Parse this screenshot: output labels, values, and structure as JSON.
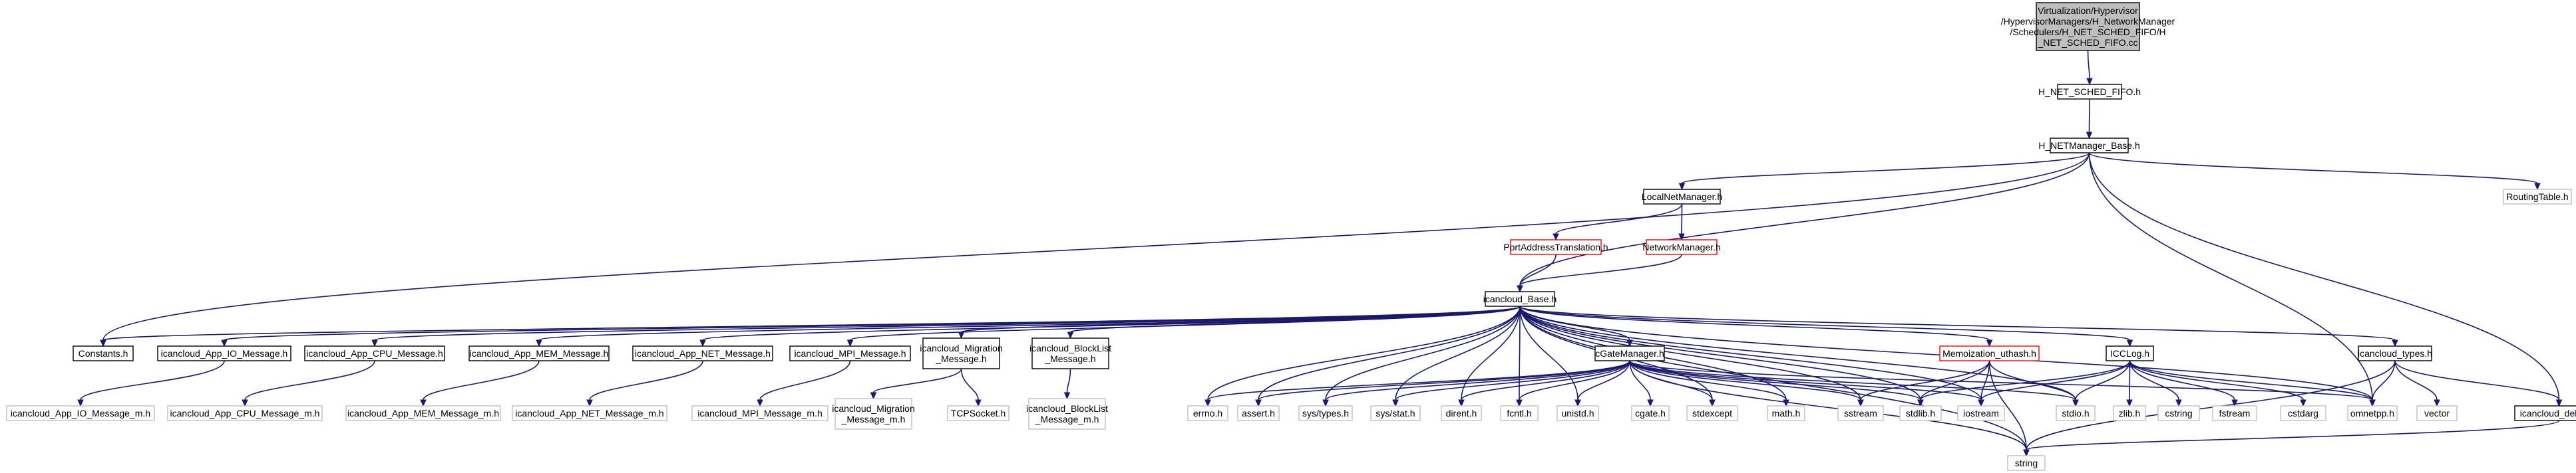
{
  "colors": {
    "edge": "#191970",
    "node_border": "#000000",
    "node_border_missing": "#bfbfbf",
    "node_border_linked": "#ff0000",
    "root_fill": "#bfbfbf",
    "node_fill": "#ffffff"
  },
  "nodes": [
    {
      "id": "root",
      "lines": [
        "Virtualization/Hypervisor",
        "/HypervisorManagers/H_NetworkManager",
        "/Schedulers/H_NET_SCHED_FIFO/H",
        "_NET_SCHED_FIFO.cc"
      ],
      "style": "root"
    },
    {
      "id": "h_net_sched_fifo",
      "lines": [
        "H_NET_SCHED_FIFO.h"
      ],
      "style": "normal"
    },
    {
      "id": "h_netmanager_base",
      "lines": [
        "H_NETManager_Base.h"
      ],
      "style": "normal"
    },
    {
      "id": "localnetmanager",
      "lines": [
        "LocalNetManager.h"
      ],
      "style": "normal"
    },
    {
      "id": "routingtable",
      "lines": [
        "RoutingTable.h"
      ],
      "style": "missing"
    },
    {
      "id": "portaddresstranslation",
      "lines": [
        "PortAddressTranslation.h"
      ],
      "style": "linked"
    },
    {
      "id": "networkmanager",
      "lines": [
        "NetworkManager.h"
      ],
      "style": "linked"
    },
    {
      "id": "icancloud_base",
      "lines": [
        "icancloud_Base.h"
      ],
      "style": "normal"
    },
    {
      "id": "constants",
      "lines": [
        "Constants.h"
      ],
      "style": "normal"
    },
    {
      "id": "app_io",
      "lines": [
        "icancloud_App_IO_Message.h"
      ],
      "style": "normal"
    },
    {
      "id": "app_cpu",
      "lines": [
        "icancloud_App_CPU_Message.h"
      ],
      "style": "normal"
    },
    {
      "id": "app_mem",
      "lines": [
        "icancloud_App_MEM_Message.h"
      ],
      "style": "normal"
    },
    {
      "id": "app_net",
      "lines": [
        "icancloud_App_NET_Message.h"
      ],
      "style": "normal"
    },
    {
      "id": "mpi_msg",
      "lines": [
        "icancloud_MPI_Message.h"
      ],
      "style": "normal"
    },
    {
      "id": "migration_msg",
      "lines": [
        "icancloud_Migration",
        "_Message.h"
      ],
      "style": "normal"
    },
    {
      "id": "blocklist_msg",
      "lines": [
        "icancloud_BlockList",
        "_Message.h"
      ],
      "style": "normal"
    },
    {
      "id": "cgatemanager",
      "lines": [
        "cGateManager.h"
      ],
      "style": "normal"
    },
    {
      "id": "memoization",
      "lines": [
        "Memoization_uthash.h"
      ],
      "style": "linked"
    },
    {
      "id": "icclog",
      "lines": [
        "ICCLog.h"
      ],
      "style": "normal"
    },
    {
      "id": "icancloud_types",
      "lines": [
        "icancloud_types.h"
      ],
      "style": "normal"
    },
    {
      "id": "icancloud_debug",
      "lines": [
        "icancloud_debug.h"
      ],
      "style": "normal"
    },
    {
      "id": "app_io_m",
      "lines": [
        "icancloud_App_IO_Message_m.h"
      ],
      "style": "missing"
    },
    {
      "id": "app_cpu_m",
      "lines": [
        "icancloud_App_CPU_Message_m.h"
      ],
      "style": "missing"
    },
    {
      "id": "app_mem_m",
      "lines": [
        "icancloud_App_MEM_Message_m.h"
      ],
      "style": "missing"
    },
    {
      "id": "app_net_m",
      "lines": [
        "icancloud_App_NET_Message_m.h"
      ],
      "style": "missing"
    },
    {
      "id": "mpi_m",
      "lines": [
        "icancloud_MPI_Message_m.h"
      ],
      "style": "missing"
    },
    {
      "id": "migration_m",
      "lines": [
        "icancloud_Migration",
        "_Message_m.h"
      ],
      "style": "missing"
    },
    {
      "id": "tcpsocket",
      "lines": [
        "TCPSocket.h"
      ],
      "style": "missing"
    },
    {
      "id": "blocklist_m",
      "lines": [
        "icancloud_BlockList",
        "_Message_m.h"
      ],
      "style": "missing"
    },
    {
      "id": "errno",
      "lines": [
        "errno.h"
      ],
      "style": "missing"
    },
    {
      "id": "assert",
      "lines": [
        "assert.h"
      ],
      "style": "missing"
    },
    {
      "id": "sys_types",
      "lines": [
        "sys/types.h"
      ],
      "style": "missing"
    },
    {
      "id": "sys_stat",
      "lines": [
        "sys/stat.h"
      ],
      "style": "missing"
    },
    {
      "id": "dirent",
      "lines": [
        "dirent.h"
      ],
      "style": "missing"
    },
    {
      "id": "fcntl",
      "lines": [
        "fcntl.h"
      ],
      "style": "missing"
    },
    {
      "id": "unistd",
      "lines": [
        "unistd.h"
      ],
      "style": "missing"
    },
    {
      "id": "cgate",
      "lines": [
        "cgate.h"
      ],
      "style": "missing"
    },
    {
      "id": "stdexcept",
      "lines": [
        "stdexcept"
      ],
      "style": "missing"
    },
    {
      "id": "math",
      "lines": [
        "math.h"
      ],
      "style": "missing"
    },
    {
      "id": "sstream",
      "lines": [
        "sstream"
      ],
      "style": "missing"
    },
    {
      "id": "stdlib",
      "lines": [
        "stdlib.h"
      ],
      "style": "missing"
    },
    {
      "id": "iostream",
      "lines": [
        "iostream"
      ],
      "style": "missing"
    },
    {
      "id": "stdio",
      "lines": [
        "stdio.h"
      ],
      "style": "missing"
    },
    {
      "id": "zlib",
      "lines": [
        "zlib.h"
      ],
      "style": "missing"
    },
    {
      "id": "cstring",
      "lines": [
        "cstring"
      ],
      "style": "missing"
    },
    {
      "id": "fstream",
      "lines": [
        "fstream"
      ],
      "style": "missing"
    },
    {
      "id": "cstdarg",
      "lines": [
        "cstdarg"
      ],
      "style": "missing"
    },
    {
      "id": "omnetpp",
      "lines": [
        "omnetpp.h"
      ],
      "style": "missing"
    },
    {
      "id": "vector",
      "lines": [
        "vector"
      ],
      "style": "missing"
    },
    {
      "id": "string",
      "lines": [
        "string"
      ],
      "style": "missing"
    }
  ],
  "edges": [
    [
      "root",
      "h_net_sched_fifo"
    ],
    [
      "h_net_sched_fifo",
      "h_netmanager_base"
    ],
    [
      "h_netmanager_base",
      "localnetmanager"
    ],
    [
      "h_netmanager_base",
      "routingtable"
    ],
    [
      "h_netmanager_base",
      "icancloud_base"
    ],
    [
      "h_netmanager_base",
      "constants"
    ],
    [
      "h_netmanager_base",
      "omnetpp"
    ],
    [
      "h_netmanager_base",
      "icancloud_debug"
    ],
    [
      "localnetmanager",
      "portaddresstranslation"
    ],
    [
      "localnetmanager",
      "networkmanager"
    ],
    [
      "portaddresstranslation",
      "icancloud_base"
    ],
    [
      "networkmanager",
      "icancloud_base"
    ],
    [
      "icancloud_base",
      "constants"
    ],
    [
      "icancloud_base",
      "app_io"
    ],
    [
      "icancloud_base",
      "app_cpu"
    ],
    [
      "icancloud_base",
      "app_mem"
    ],
    [
      "icancloud_base",
      "app_net"
    ],
    [
      "icancloud_base",
      "mpi_msg"
    ],
    [
      "icancloud_base",
      "migration_msg"
    ],
    [
      "icancloud_base",
      "blocklist_msg"
    ],
    [
      "icancloud_base",
      "cgatemanager"
    ],
    [
      "icancloud_base",
      "memoization"
    ],
    [
      "icancloud_base",
      "icclog"
    ],
    [
      "icancloud_base",
      "icancloud_types"
    ],
    [
      "icancloud_base",
      "errno"
    ],
    [
      "icancloud_base",
      "assert"
    ],
    [
      "icancloud_base",
      "sys_types"
    ],
    [
      "icancloud_base",
      "sys_stat"
    ],
    [
      "icancloud_base",
      "dirent"
    ],
    [
      "icancloud_base",
      "fcntl"
    ],
    [
      "icancloud_base",
      "unistd"
    ],
    [
      "icancloud_base",
      "stdexcept"
    ],
    [
      "icancloud_base",
      "math"
    ],
    [
      "icancloud_base",
      "sstream"
    ],
    [
      "icancloud_base",
      "stdlib"
    ],
    [
      "icancloud_base",
      "iostream"
    ],
    [
      "icancloud_base",
      "stdio"
    ],
    [
      "icancloud_base",
      "omnetpp"
    ],
    [
      "icancloud_base",
      "string"
    ],
    [
      "app_io",
      "app_io_m"
    ],
    [
      "app_cpu",
      "app_cpu_m"
    ],
    [
      "app_mem",
      "app_mem_m"
    ],
    [
      "app_net",
      "app_net_m"
    ],
    [
      "mpi_msg",
      "mpi_m"
    ],
    [
      "migration_msg",
      "migration_m"
    ],
    [
      "migration_msg",
      "tcpsocket"
    ],
    [
      "blocklist_msg",
      "blocklist_m"
    ],
    [
      "cgatemanager",
      "errno"
    ],
    [
      "cgatemanager",
      "assert"
    ],
    [
      "cgatemanager",
      "sys_types"
    ],
    [
      "cgatemanager",
      "sys_stat"
    ],
    [
      "cgatemanager",
      "dirent"
    ],
    [
      "cgatemanager",
      "fcntl"
    ],
    [
      "cgatemanager",
      "unistd"
    ],
    [
      "cgatemanager",
      "cgate"
    ],
    [
      "cgatemanager",
      "stdexcept"
    ],
    [
      "cgatemanager",
      "math"
    ],
    [
      "cgatemanager",
      "sstream"
    ],
    [
      "cgatemanager",
      "stdlib"
    ],
    [
      "cgatemanager",
      "iostream"
    ],
    [
      "cgatemanager",
      "stdio"
    ],
    [
      "cgatemanager",
      "omnetpp"
    ],
    [
      "cgatemanager",
      "string"
    ],
    [
      "memoization",
      "sstream"
    ],
    [
      "memoization",
      "stdlib"
    ],
    [
      "memoization",
      "iostream"
    ],
    [
      "memoization",
      "stdio"
    ],
    [
      "memoization",
      "string"
    ],
    [
      "icclog",
      "stdlib"
    ],
    [
      "icclog",
      "iostream"
    ],
    [
      "icclog",
      "stdio"
    ],
    [
      "icclog",
      "zlib"
    ],
    [
      "icclog",
      "cstring"
    ],
    [
      "icclog",
      "fstream"
    ],
    [
      "icclog",
      "cstdarg"
    ],
    [
      "icclog",
      "omnetpp"
    ],
    [
      "icancloud_types",
      "omnetpp"
    ],
    [
      "icancloud_types",
      "vector"
    ],
    [
      "icancloud_types",
      "icancloud_debug"
    ],
    [
      "icancloud_types",
      "string"
    ],
    [
      "icancloud_debug",
      "string"
    ]
  ]
}
